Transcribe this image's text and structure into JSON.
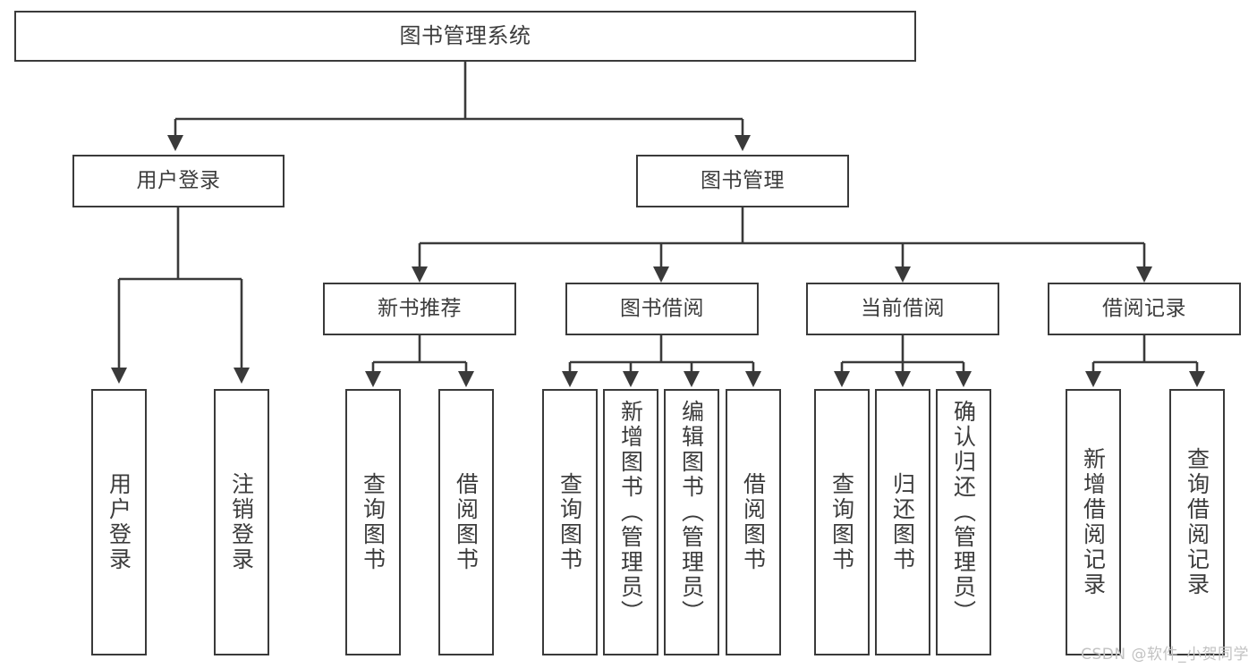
{
  "diagram": {
    "type": "tree",
    "title": "图书管理系统",
    "root": {
      "id": "root",
      "label": "图书管理系统"
    },
    "level1": [
      {
        "id": "user-login",
        "label": "用户登录"
      },
      {
        "id": "book-manage",
        "label": "图书管理"
      }
    ],
    "level2": [
      {
        "id": "new-book-rec",
        "label": "新书推荐",
        "parent": "book-manage"
      },
      {
        "id": "book-borrow",
        "label": "图书借阅",
        "parent": "book-manage"
      },
      {
        "id": "current-borrow",
        "label": "当前借阅",
        "parent": "book-manage"
      },
      {
        "id": "borrow-record",
        "label": "借阅记录",
        "parent": "book-manage"
      }
    ],
    "leaves": [
      {
        "id": "leaf-user-login",
        "label": "用户登录",
        "parent": "user-login"
      },
      {
        "id": "leaf-logout",
        "label": "注销登录",
        "parent": "user-login"
      },
      {
        "id": "leaf-query-book-1",
        "label": "查询图书",
        "parent": "new-book-rec"
      },
      {
        "id": "leaf-borrow-book-1",
        "label": "借阅图书",
        "parent": "new-book-rec"
      },
      {
        "id": "leaf-query-book-2",
        "label": "查询图书",
        "parent": "book-borrow"
      },
      {
        "id": "leaf-add-book",
        "label": "新增图书（管理员）",
        "parent": "book-borrow"
      },
      {
        "id": "leaf-edit-book",
        "label": "编辑图书（管理员）",
        "parent": "book-borrow"
      },
      {
        "id": "leaf-borrow-book-2",
        "label": "借阅图书",
        "parent": "book-borrow"
      },
      {
        "id": "leaf-query-book-3",
        "label": "查询图书",
        "parent": "current-borrow"
      },
      {
        "id": "leaf-return-book",
        "label": "归还图书",
        "parent": "current-borrow"
      },
      {
        "id": "leaf-confirm-return",
        "label": "确认归还（管理员）",
        "parent": "current-borrow"
      },
      {
        "id": "leaf-add-record",
        "label": "新增借阅记录",
        "parent": "borrow-record"
      },
      {
        "id": "leaf-query-record",
        "label": "查询借阅记录",
        "parent": "borrow-record"
      }
    ],
    "colors": {
      "stroke": "#3a3a3a",
      "text": "#3c3c3c",
      "background": "#ffffff",
      "watermark": "#c2c2c2"
    }
  },
  "watermark": {
    "text": "CSDN @软件_小贺同学"
  }
}
